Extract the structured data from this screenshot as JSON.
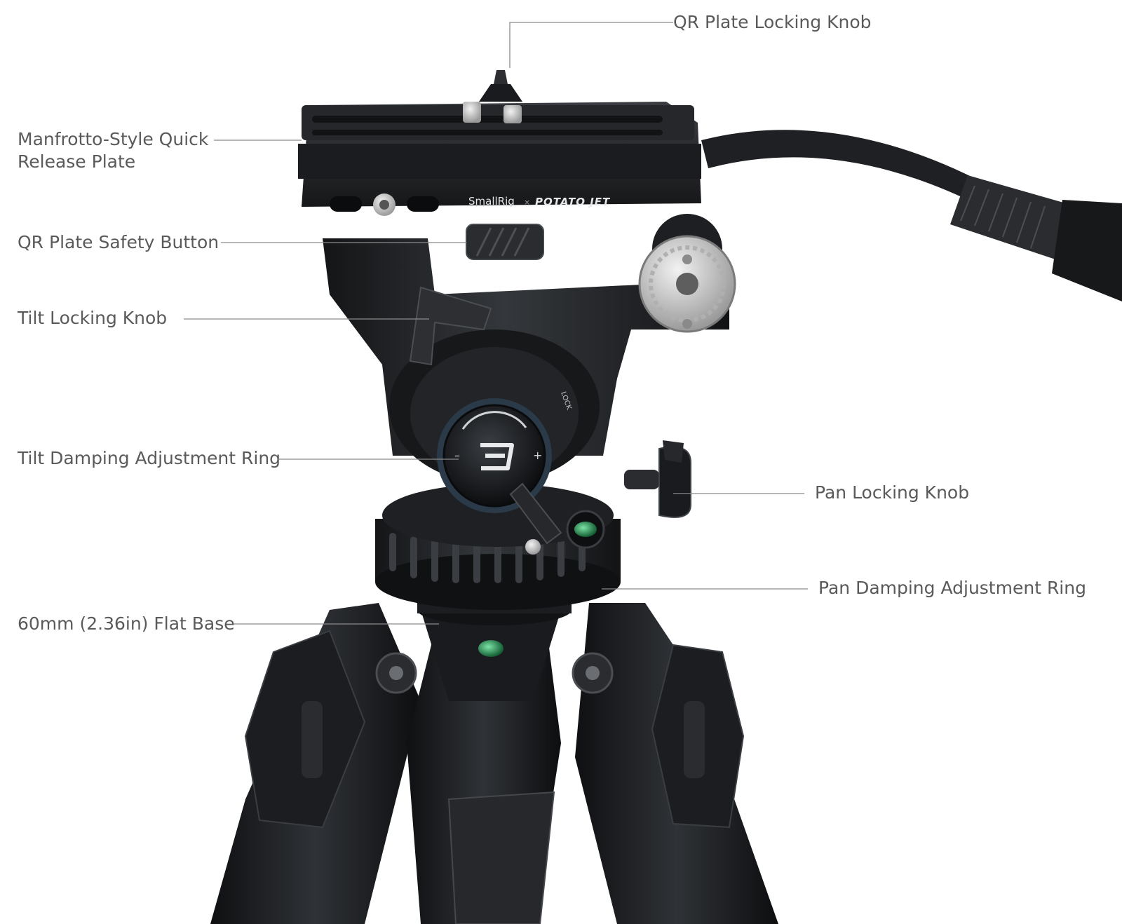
{
  "labels": {
    "qr_plate_locking_knob": "QR Plate Locking Knob",
    "quick_release_plate_line1": "Manfrotto-Style Quick",
    "quick_release_plate_line2": "Release Plate",
    "qr_plate_safety_button": "QR Plate Safety Button",
    "tilt_locking_knob": "Tilt Locking Knob",
    "tilt_damping_adjustment_ring": "Tilt Damping Adjustment Ring",
    "pan_locking_knob": "Pan Locking Knob",
    "pan_damping_adjustment_ring": "Pan Damping Adjustment Ring",
    "flat_base": "60mm (2.36in) Flat Base"
  },
  "product_markings": {
    "brand": "SmallRig",
    "separator": "×",
    "collab": "POTATO JET",
    "lock_mark": "LOCK",
    "minus": "–",
    "plus": "+"
  },
  "colors": {
    "background": "#ffffff",
    "label_text": "#5a5a5a",
    "leader_line": "#8a8a8a",
    "metal_dark": "#1b1c1e",
    "metal_mid": "#2e3033",
    "metal_highlight": "#55595e",
    "level_bubble": "#1f8a4c"
  }
}
